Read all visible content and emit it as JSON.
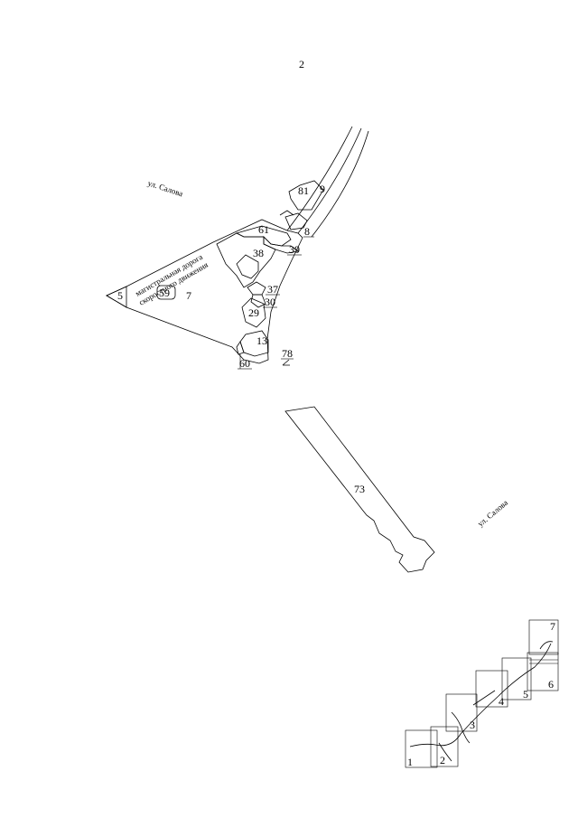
{
  "page_number": "2",
  "streets": {
    "top": "ул. Салова",
    "bottom": "ул. Салова"
  },
  "highway_label": {
    "line1": "магистральная дорога",
    "line2": "скоростного движения"
  },
  "parcels": {
    "p81": "81",
    "p9": "9",
    "p8": "8",
    "p61": "61",
    "p39": "39",
    "p38": "38",
    "p5": "5",
    "p59": "59",
    "p7": "7",
    "p37": "37",
    "p30": "30",
    "p29": "29",
    "p13": "13",
    "p60": "60",
    "p78": "78",
    "p73": "73"
  },
  "index_sheets": [
    "1",
    "2",
    "3",
    "4",
    "5",
    "6",
    "7"
  ]
}
